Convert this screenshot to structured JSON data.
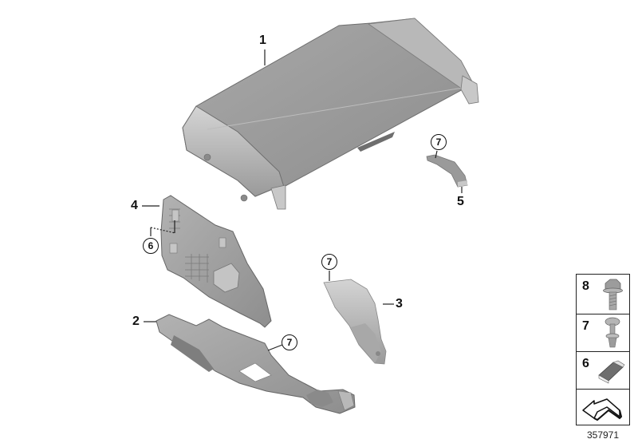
{
  "diagram": {
    "type": "parts exploded view",
    "colors": {
      "part_fill": "#9a9a9a",
      "part_light": "#c2c2c2",
      "part_dark": "#6e6e6e",
      "outline": "#222222",
      "background": "#ffffff"
    },
    "callouts": [
      {
        "id": "1",
        "label": "1",
        "part": "cover-lid"
      },
      {
        "id": "2",
        "label": "2",
        "part": "lower-bracket"
      },
      {
        "id": "3",
        "label": "3",
        "part": "side-trim-right"
      },
      {
        "id": "4",
        "label": "4",
        "part": "side-panel-left"
      },
      {
        "id": "5",
        "label": "5",
        "part": "small-clip-bracket"
      }
    ],
    "circled_refs": [
      {
        "label": "7",
        "near": "part-5"
      },
      {
        "label": "6",
        "near": "part-4"
      },
      {
        "label": "7",
        "near": "part-3"
      },
      {
        "label": "7",
        "near": "part-2"
      }
    ],
    "legend": {
      "items": [
        {
          "number": "8",
          "icon": "hex-flange-bolt-icon"
        },
        {
          "number": "7",
          "icon": "push-rivet-clip-icon"
        },
        {
          "number": "6",
          "icon": "spring-nut-clip-icon"
        },
        {
          "number": "",
          "icon": "direction-arrow-icon"
        }
      ]
    },
    "reference_number": "357971"
  }
}
